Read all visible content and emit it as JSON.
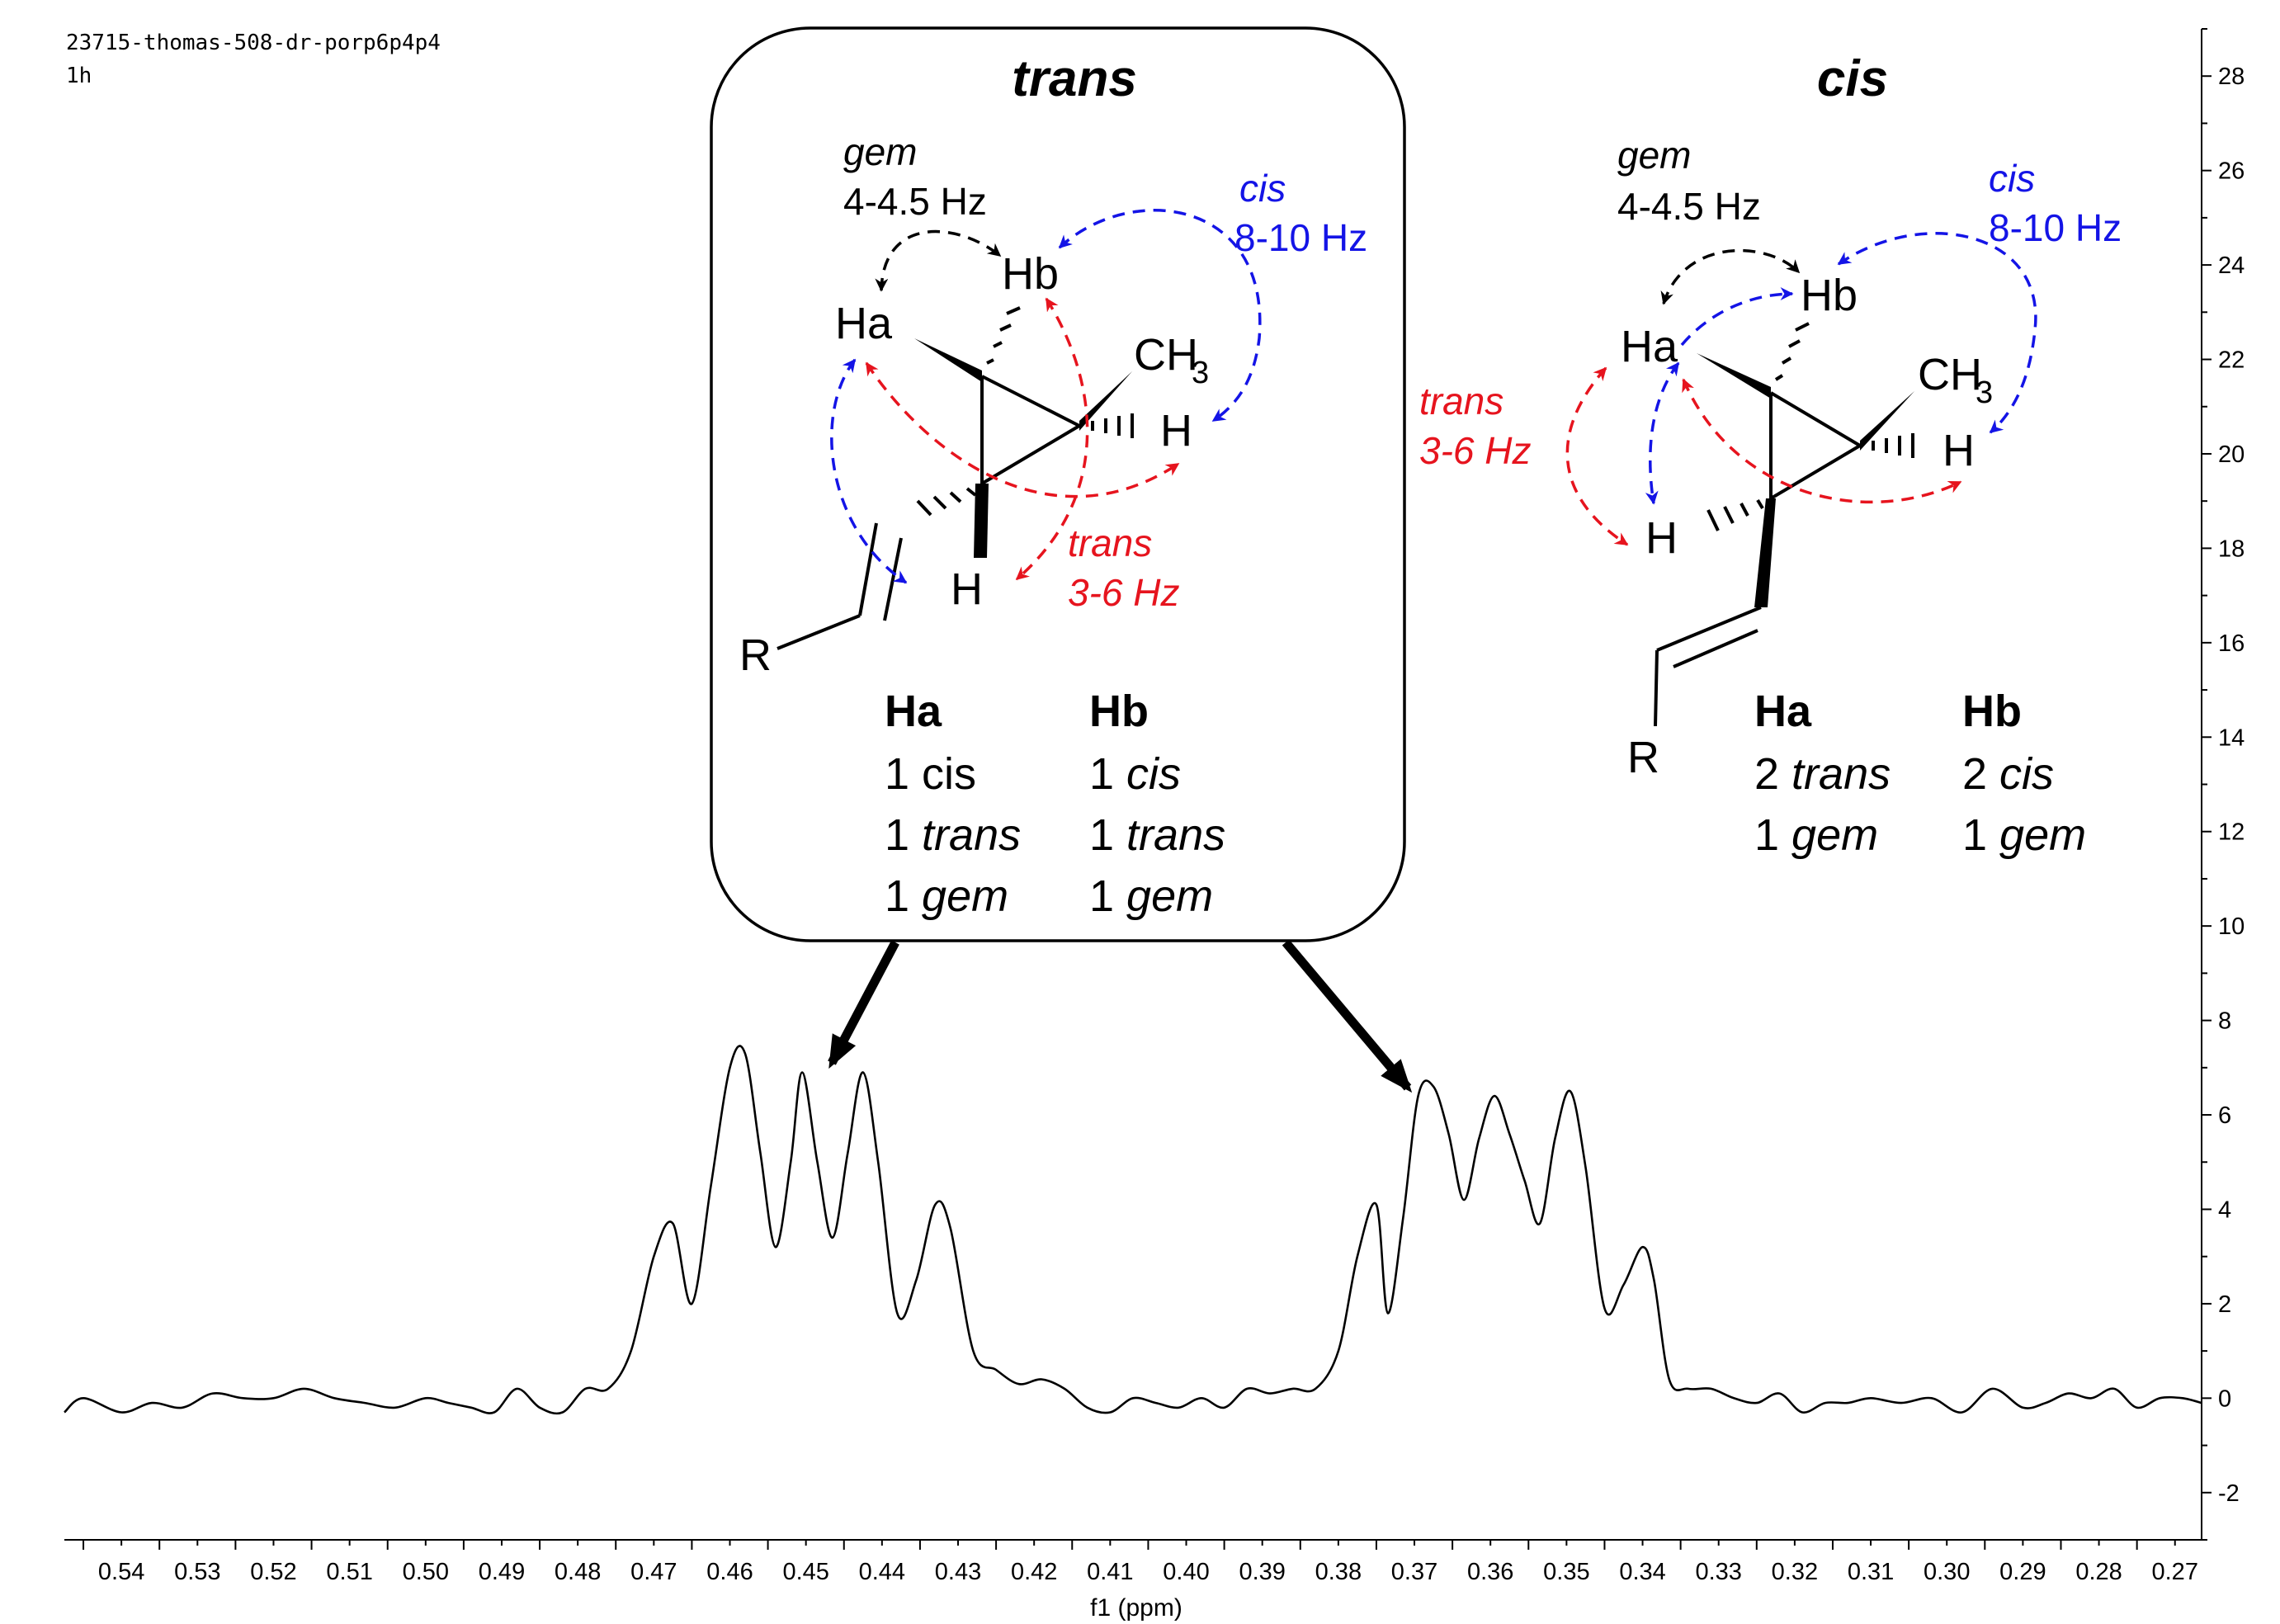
{
  "header": {
    "dataset_name": "23715-thomas-508-dr-porp6p4p4",
    "experiment": "1h"
  },
  "trans_panel": {
    "title": "trans",
    "gem_label": "gem",
    "gem_value": "4-4.5 Hz",
    "cis_label": "cis",
    "cis_value": "8-10 Hz",
    "trans_label": "trans",
    "trans_value": "3-6 Hz",
    "atoms": {
      "ha": "Ha",
      "hb": "Hb",
      "ch3": "CH",
      "ch3_sub": "3",
      "h": "H",
      "r": "R"
    },
    "table": {
      "ha_header": "Ha",
      "hb_header": "Hb",
      "ha_rows": [
        [
          "1 ",
          "cis"
        ],
        [
          "1 ",
          "trans"
        ],
        [
          "1 ",
          "gem"
        ]
      ],
      "hb_rows": [
        [
          "1 ",
          "cis"
        ],
        [
          "1 ",
          "trans"
        ],
        [
          "1 ",
          "gem"
        ]
      ]
    }
  },
  "cis_panel": {
    "title": "cis",
    "gem_label": "gem",
    "gem_value": "4-4.5 Hz",
    "cis_label": "cis",
    "cis_value": "8-10 Hz",
    "trans_label": "trans",
    "trans_value": "3-6 Hz",
    "atoms": {
      "ha": "Ha",
      "hb": "Hb",
      "ch3": "CH",
      "ch3_sub": "3",
      "h": "H",
      "r": "R"
    },
    "table": {
      "ha_header": "Ha",
      "hb_header": "Hb",
      "ha_rows": [
        [
          "2 ",
          "trans"
        ],
        [
          "1 ",
          "gem"
        ]
      ],
      "hb_rows": [
        [
          "2 ",
          "cis"
        ],
        [
          "1 ",
          "gem"
        ]
      ]
    }
  },
  "colors": {
    "cis_coupling": "#1414e6",
    "trans_coupling": "#e6141e",
    "gem_coupling": "#000000",
    "spectrum": "#000000"
  },
  "chart_data": {
    "type": "line",
    "xlabel": "f1 (ppm)",
    "ylabel": "",
    "xlim": [
      0.5475,
      0.2665
    ],
    "x_reversed": true,
    "ylim": [
      -3.0,
      29.0
    ],
    "x_ticks": [
      "0.54",
      "0.53",
      "0.52",
      "0.51",
      "0.50",
      "0.49",
      "0.48",
      "0.47",
      "0.46",
      "0.45",
      "0.44",
      "0.43",
      "0.42",
      "0.41",
      "0.40",
      "0.39",
      "0.38",
      "0.37",
      "0.36",
      "0.35",
      "0.34",
      "0.33",
      "0.32",
      "0.31",
      "0.30",
      "0.29",
      "0.28",
      "0.27"
    ],
    "y_ticks": [
      "-2",
      "0",
      "2",
      "4",
      "6",
      "8",
      "10",
      "12",
      "14",
      "16",
      "18",
      "20",
      "22",
      "24",
      "26",
      "28"
    ],
    "series": [
      {
        "x": [
          0.5475,
          0.545,
          0.54,
          0.536,
          0.532,
          0.528,
          0.524,
          0.52,
          0.516,
          0.512,
          0.508,
          0.504,
          0.5,
          0.497,
          0.494,
          0.491,
          0.488,
          0.485,
          0.482,
          0.479,
          0.476,
          0.473,
          0.47,
          0.4675,
          0.465,
          0.4625,
          0.46,
          0.458,
          0.456,
          0.454,
          0.452,
          0.4505,
          0.4485,
          0.4465,
          0.4445,
          0.4425,
          0.4405,
          0.438,
          0.4355,
          0.433,
          0.431,
          0.428,
          0.425,
          0.422,
          0.419,
          0.416,
          0.413,
          0.41,
          0.407,
          0.404,
          0.401,
          0.398,
          0.395,
          0.392,
          0.389,
          0.386,
          0.383,
          0.38,
          0.3775,
          0.375,
          0.3735,
          0.3715,
          0.3695,
          0.3675,
          0.3655,
          0.3635,
          0.3615,
          0.3595,
          0.3575,
          0.3555,
          0.3535,
          0.3515,
          0.3495,
          0.3475,
          0.345,
          0.3425,
          0.34,
          0.3385,
          0.3365,
          0.334,
          0.331,
          0.328,
          0.325,
          0.322,
          0.319,
          0.316,
          0.313,
          0.31,
          0.306,
          0.302,
          0.298,
          0.294,
          0.29,
          0.287,
          0.284,
          0.281,
          0.278,
          0.275,
          0.272,
          0.269,
          0.2665
        ],
        "y": [
          -0.3,
          0.0,
          -0.3,
          -0.1,
          -0.2,
          0.1,
          0.0,
          0.0,
          0.2,
          0.0,
          -0.1,
          -0.2,
          0.0,
          -0.1,
          -0.2,
          -0.3,
          0.2,
          -0.2,
          -0.3,
          0.2,
          0.2,
          1.0,
          3.0,
          3.7,
          2.0,
          4.5,
          7.0,
          7.3,
          5.2,
          3.2,
          5.0,
          6.9,
          5.0,
          3.4,
          5.2,
          6.9,
          5.0,
          1.8,
          2.5,
          4.1,
          3.6,
          1.0,
          0.6,
          0.3,
          0.4,
          0.2,
          -0.2,
          -0.3,
          0.0,
          -0.1,
          -0.2,
          0.0,
          -0.2,
          0.2,
          0.1,
          0.2,
          0.2,
          1.0,
          3.0,
          4.1,
          1.8,
          3.8,
          6.4,
          6.6,
          5.6,
          4.2,
          5.5,
          6.4,
          5.6,
          4.6,
          3.7,
          5.5,
          6.5,
          4.9,
          1.9,
          2.4,
          3.2,
          2.5,
          0.4,
          0.2,
          0.2,
          0.0,
          -0.1,
          0.1,
          -0.3,
          -0.1,
          -0.1,
          0.0,
          -0.1,
          0.0,
          -0.3,
          0.2,
          -0.2,
          -0.1,
          0.1,
          0.0,
          0.2,
          -0.2,
          0.0,
          0.0,
          -0.1
        ]
      }
    ],
    "grid": false,
    "legend": "none"
  }
}
